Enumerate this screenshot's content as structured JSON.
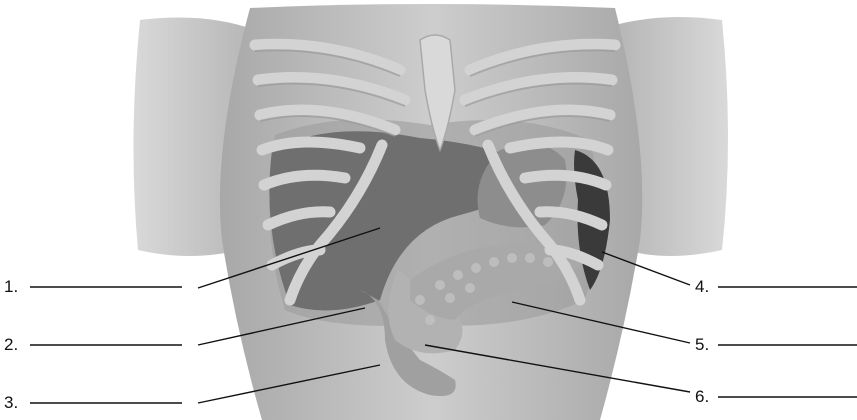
{
  "labels": [
    {
      "number": "1."
    },
    {
      "number": "2."
    },
    {
      "number": "3."
    },
    {
      "number": "4."
    },
    {
      "number": "5."
    },
    {
      "number": "6."
    }
  ],
  "colors": {
    "body_skin": "#bdbdbd",
    "bone": "#cfcfcf",
    "liver": "#6f6f6f",
    "dark_organ": "#3a3a3a",
    "pancreas": "#a9a9a9",
    "leader_line": "#111111"
  }
}
